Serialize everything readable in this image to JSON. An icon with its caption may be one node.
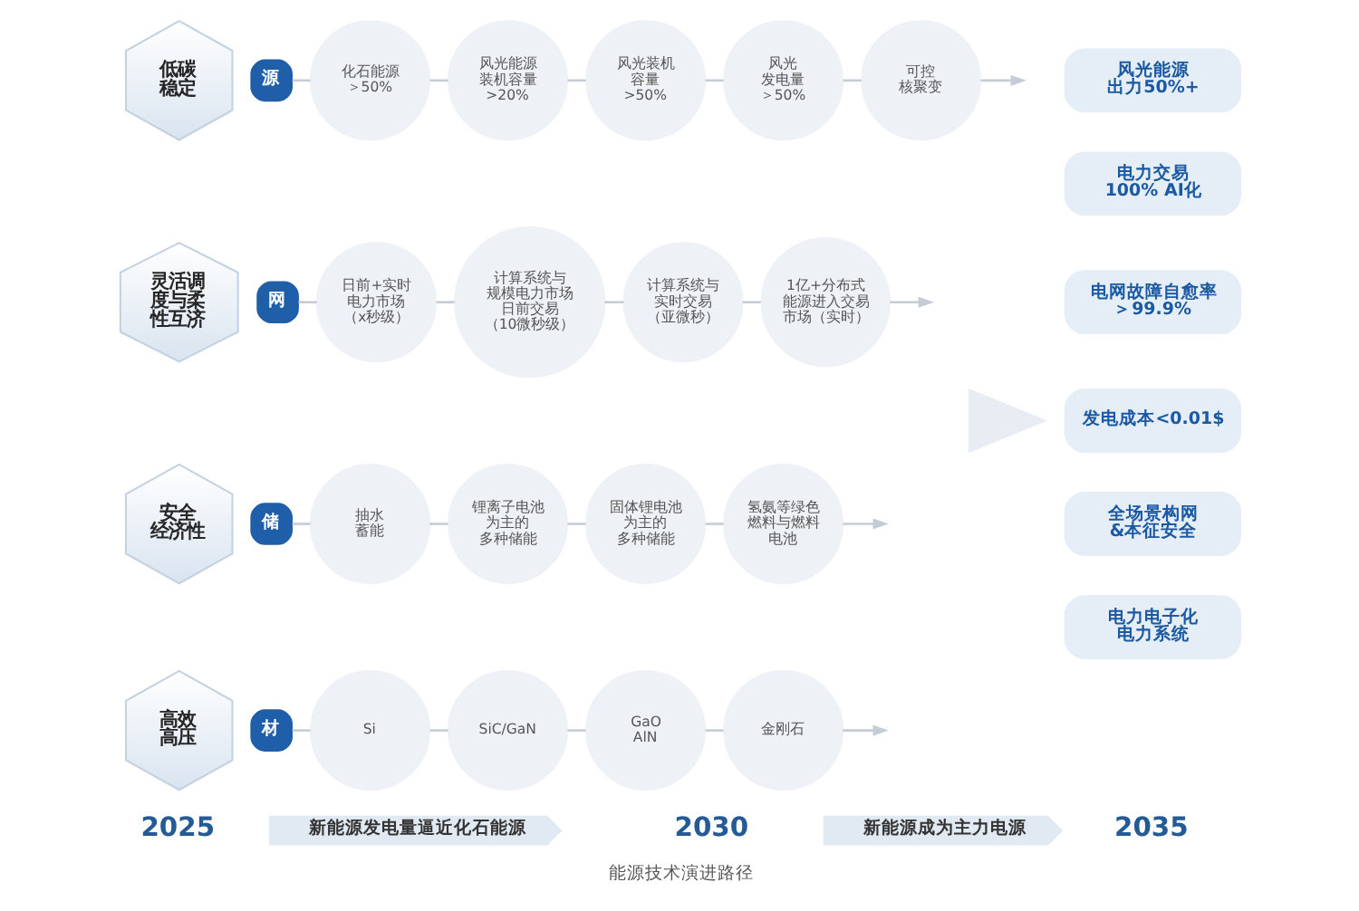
{
  "diagram": {
    "caption": "能源技术演进路径",
    "nodes": [
      {
        "text": [
          "低碳稳定"
        ]
      },
      {
        "text": [
          "源"
        ]
      },
      {
        "text": [
          "化石能源＞50%"
        ]
      },
      {
        "text": [
          "风光能源装机容量>20%"
        ]
      },
      {
        "text": [
          "风光装机容量>50%"
        ]
      },
      {
        "text": [
          "风光发电量＞50%"
        ]
      },
      {
        "text": [
          "可控核聚变"
        ]
      },
      {
        "text": [
          "灵活调度与柔性互济"
        ]
      },
      {
        "text": [
          "网"
        ]
      },
      {
        "text": [
          "日前+实时电力市场（x秒级）"
        ]
      },
      {
        "text": [
          "计算系统与规模电力市场日前交易（10微秒级）"
        ]
      },
      {
        "text": [
          "计算系统与实时交易（亚微秒）"
        ]
      },
      {
        "text": [
          "1亿+分布式能源进入交易市场（实时）"
        ]
      },
      {
        "text": [
          "安全经济性"
        ]
      },
      {
        "text": [
          "储"
        ]
      },
      {
        "text": [
          "抽水蓄能"
        ]
      },
      {
        "text": [
          "锂离子电池为主的多种储能"
        ]
      },
      {
        "text": [
          "固体锂电池为主的多种储能"
        ]
      },
      {
        "text": [
          "氢氨等绿色燃料与燃料电池"
        ]
      },
      {
        "text": [
          "高效高压"
        ]
      },
      {
        "text": [
          "材"
        ]
      },
      {
        "text": [
          "Si"
        ]
      },
      {
        "text": [
          "SiC/GaN"
        ]
      },
      {
        "text": [
          "GaO AlN"
        ]
      },
      {
        "text": [
          "金刚石"
        ]
      },
      {
        "text": [],
        "shape": "chevron"
      },
      {
        "text": [
          "风光能源出力50%+"
        ]
      },
      {
        "text": [
          "电力交易100% AI化"
        ]
      },
      {
        "text": [
          "电网故障自愈率＞99.9%"
        ]
      },
      {
        "text": [
          "发电成本<0.01$"
        ]
      },
      {
        "text": [
          "全场景构网&本征安全"
        ]
      },
      {
        "text": [
          "电力电子化电力系统"
        ]
      },
      {
        "text": [
          "新能源发电量逼近化石能源"
        ]
      },
      {
        "text": [
          "新能源成为主力电源"
        ]
      }
    ],
    "edges": [
      {
        "from": 1,
        "to": 2,
        "arrow": "none"
      },
      {
        "from": 2,
        "to": 3,
        "arrow": "none"
      },
      {
        "from": 3,
        "to": 4,
        "arrow": "none"
      },
      {
        "from": 4,
        "to": 5,
        "arrow": "none"
      },
      {
        "from": 5,
        "to": 6,
        "arrow": "none"
      },
      {
        "from": 6,
        "to": null,
        "arrow": "to"
      },
      {
        "from": 8,
        "to": 9,
        "arrow": "none"
      },
      {
        "from": 9,
        "to": 10,
        "arrow": "none"
      },
      {
        "from": 10,
        "to": 11,
        "arrow": "none"
      },
      {
        "from": 11,
        "to": 12,
        "arrow": "none"
      },
      {
        "from": 12,
        "to": null,
        "arrow": "to"
      },
      {
        "from": 14,
        "to": 15,
        "arrow": "none"
      },
      {
        "from": 15,
        "to": 16,
        "arrow": "none"
      },
      {
        "from": 16,
        "to": 17,
        "arrow": "none"
      },
      {
        "from": 17,
        "to": 18,
        "arrow": "none"
      },
      {
        "from": 18,
        "to": null,
        "arrow": "to"
      },
      {
        "from": 20,
        "to": 21,
        "arrow": "none"
      },
      {
        "from": 21,
        "to": 22,
        "arrow": "none"
      },
      {
        "from": 22,
        "to": 23,
        "arrow": "none"
      },
      {
        "from": 23,
        "to": 24,
        "arrow": "none"
      },
      {
        "from": 24,
        "to": null,
        "arrow": "to"
      }
    ],
    "labels": [
      "2025",
      "2030",
      "2035"
    ]
  }
}
